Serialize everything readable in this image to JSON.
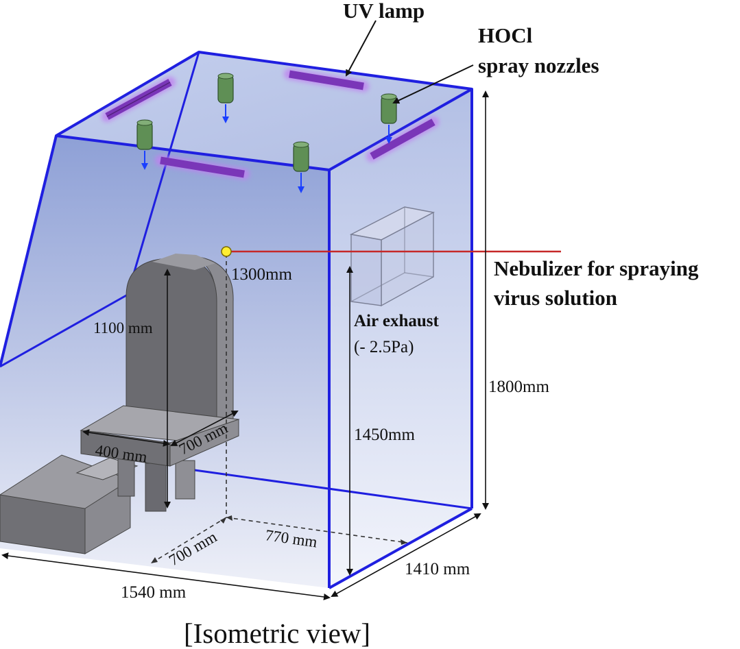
{
  "labels": {
    "uv_lamp": "UV lamp",
    "hocl_line1": "HOCl",
    "hocl_line2": "spray nozzles",
    "nebulizer_line1": "Nebulizer for spraying",
    "nebulizer_line2": "virus solution",
    "air_exhaust": "Air exhaust",
    "air_exhaust_pressure": "(- 2.5Pa)",
    "caption": "[Isometric view]"
  },
  "dimensions": {
    "nebulizer_height": "1300mm",
    "seat_back_height": "1100 mm",
    "seat_width": "400 mm",
    "seat_depth": "700 mm",
    "exhaust_height": "1450mm",
    "room_height": "1800mm",
    "floor_offset_a": "700 mm",
    "floor_offset_b": "770 mm",
    "room_depth": "1410 mm",
    "room_width": "1540 mm"
  },
  "colors": {
    "frame": "#1f1fe0",
    "uv_lamp": "#7a36b8",
    "nozzle": "#5f8f55",
    "nebulizer_line": "#c62828",
    "nebulizer_point": "#ffee33",
    "chair": "#6e6e72"
  }
}
